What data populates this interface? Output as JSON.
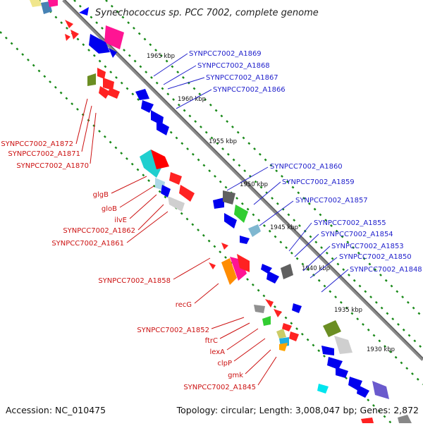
{
  "title": "Synechococcus sp. PCC 7002, complete genome",
  "footer": {
    "accession": "Accession: NC_010475",
    "topology": "Topology: circular; Length: 3,008,047 bp; Genes: 2,872"
  },
  "ruler_ticks": [
    "1965 kbp",
    "1960 kbp",
    "1955 kbp",
    "1950 kbp",
    "1945 kbp",
    "1940 kbp",
    "1935 kbp",
    "1930 kbp"
  ],
  "colors": {
    "top_strand_label": "#2222cc",
    "bottom_strand_label": "#cc1111",
    "backbone": "#8a8a8a",
    "tick_dots": "#1a8a1a"
  },
  "top_labels": [
    "SYNPCC7002_A1869",
    "SYNPCC7002_A1868",
    "SYNPCC7002_A1867",
    "SYNPCC7002_A1866",
    "SYNPCC7002_A1860",
    "SYNPCC7002_A1859",
    "SYNPCC7002_A1857",
    "SYNPCC7002_A1855",
    "SYNPCC7002_A1854",
    "SYNPCC7002_A1853",
    "SYNPCC7002_A1850",
    "SYNPCC7002_A1848"
  ],
  "bottom_labels": [
    "SYNPCC7002_A1872",
    "SYNPCC7002_A1871",
    "SYNPCC7002_A1870",
    "glgB",
    "gloB",
    "ilvE",
    "SYNPCC7002_A1862",
    "SYNPCC7002_A1861",
    "SYNPCC7002_A1858",
    "recG",
    "SYNPCC7002_A1852",
    "ftrC",
    "lexA",
    "clpP",
    "gmk",
    "SYNPCC7002_A1845"
  ]
}
